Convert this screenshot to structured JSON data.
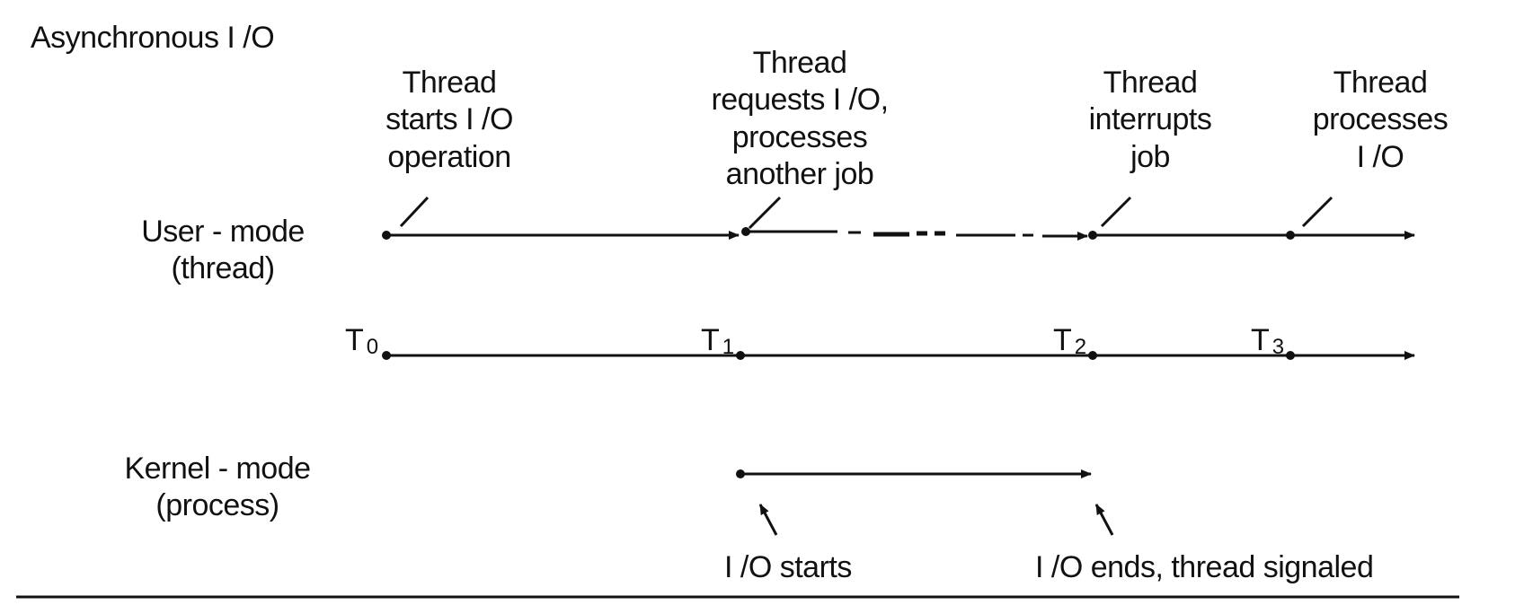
{
  "title": "Asynchronous I /O",
  "rows": {
    "user_mode": "User - mode\n(thread)",
    "kernel_mode": "Kernel - mode\n(process)"
  },
  "time_marks": [
    {
      "base": "T",
      "sub": "0"
    },
    {
      "base": "T",
      "sub": "1"
    },
    {
      "base": "T",
      "sub": "2"
    },
    {
      "base": "T",
      "sub": "3"
    }
  ],
  "user_events": [
    "Thread\nstarts I /O\noperation",
    "Thread\nrequests I /O,\nprocesses\nanother job",
    "Thread\ninterrupts\njob",
    "Thread\nprocesses\nI /O"
  ],
  "kernel_events": [
    "I /O starts",
    "I /O ends, thread signaled"
  ],
  "colors": {
    "line": "#111111",
    "background": "#ffffff"
  }
}
